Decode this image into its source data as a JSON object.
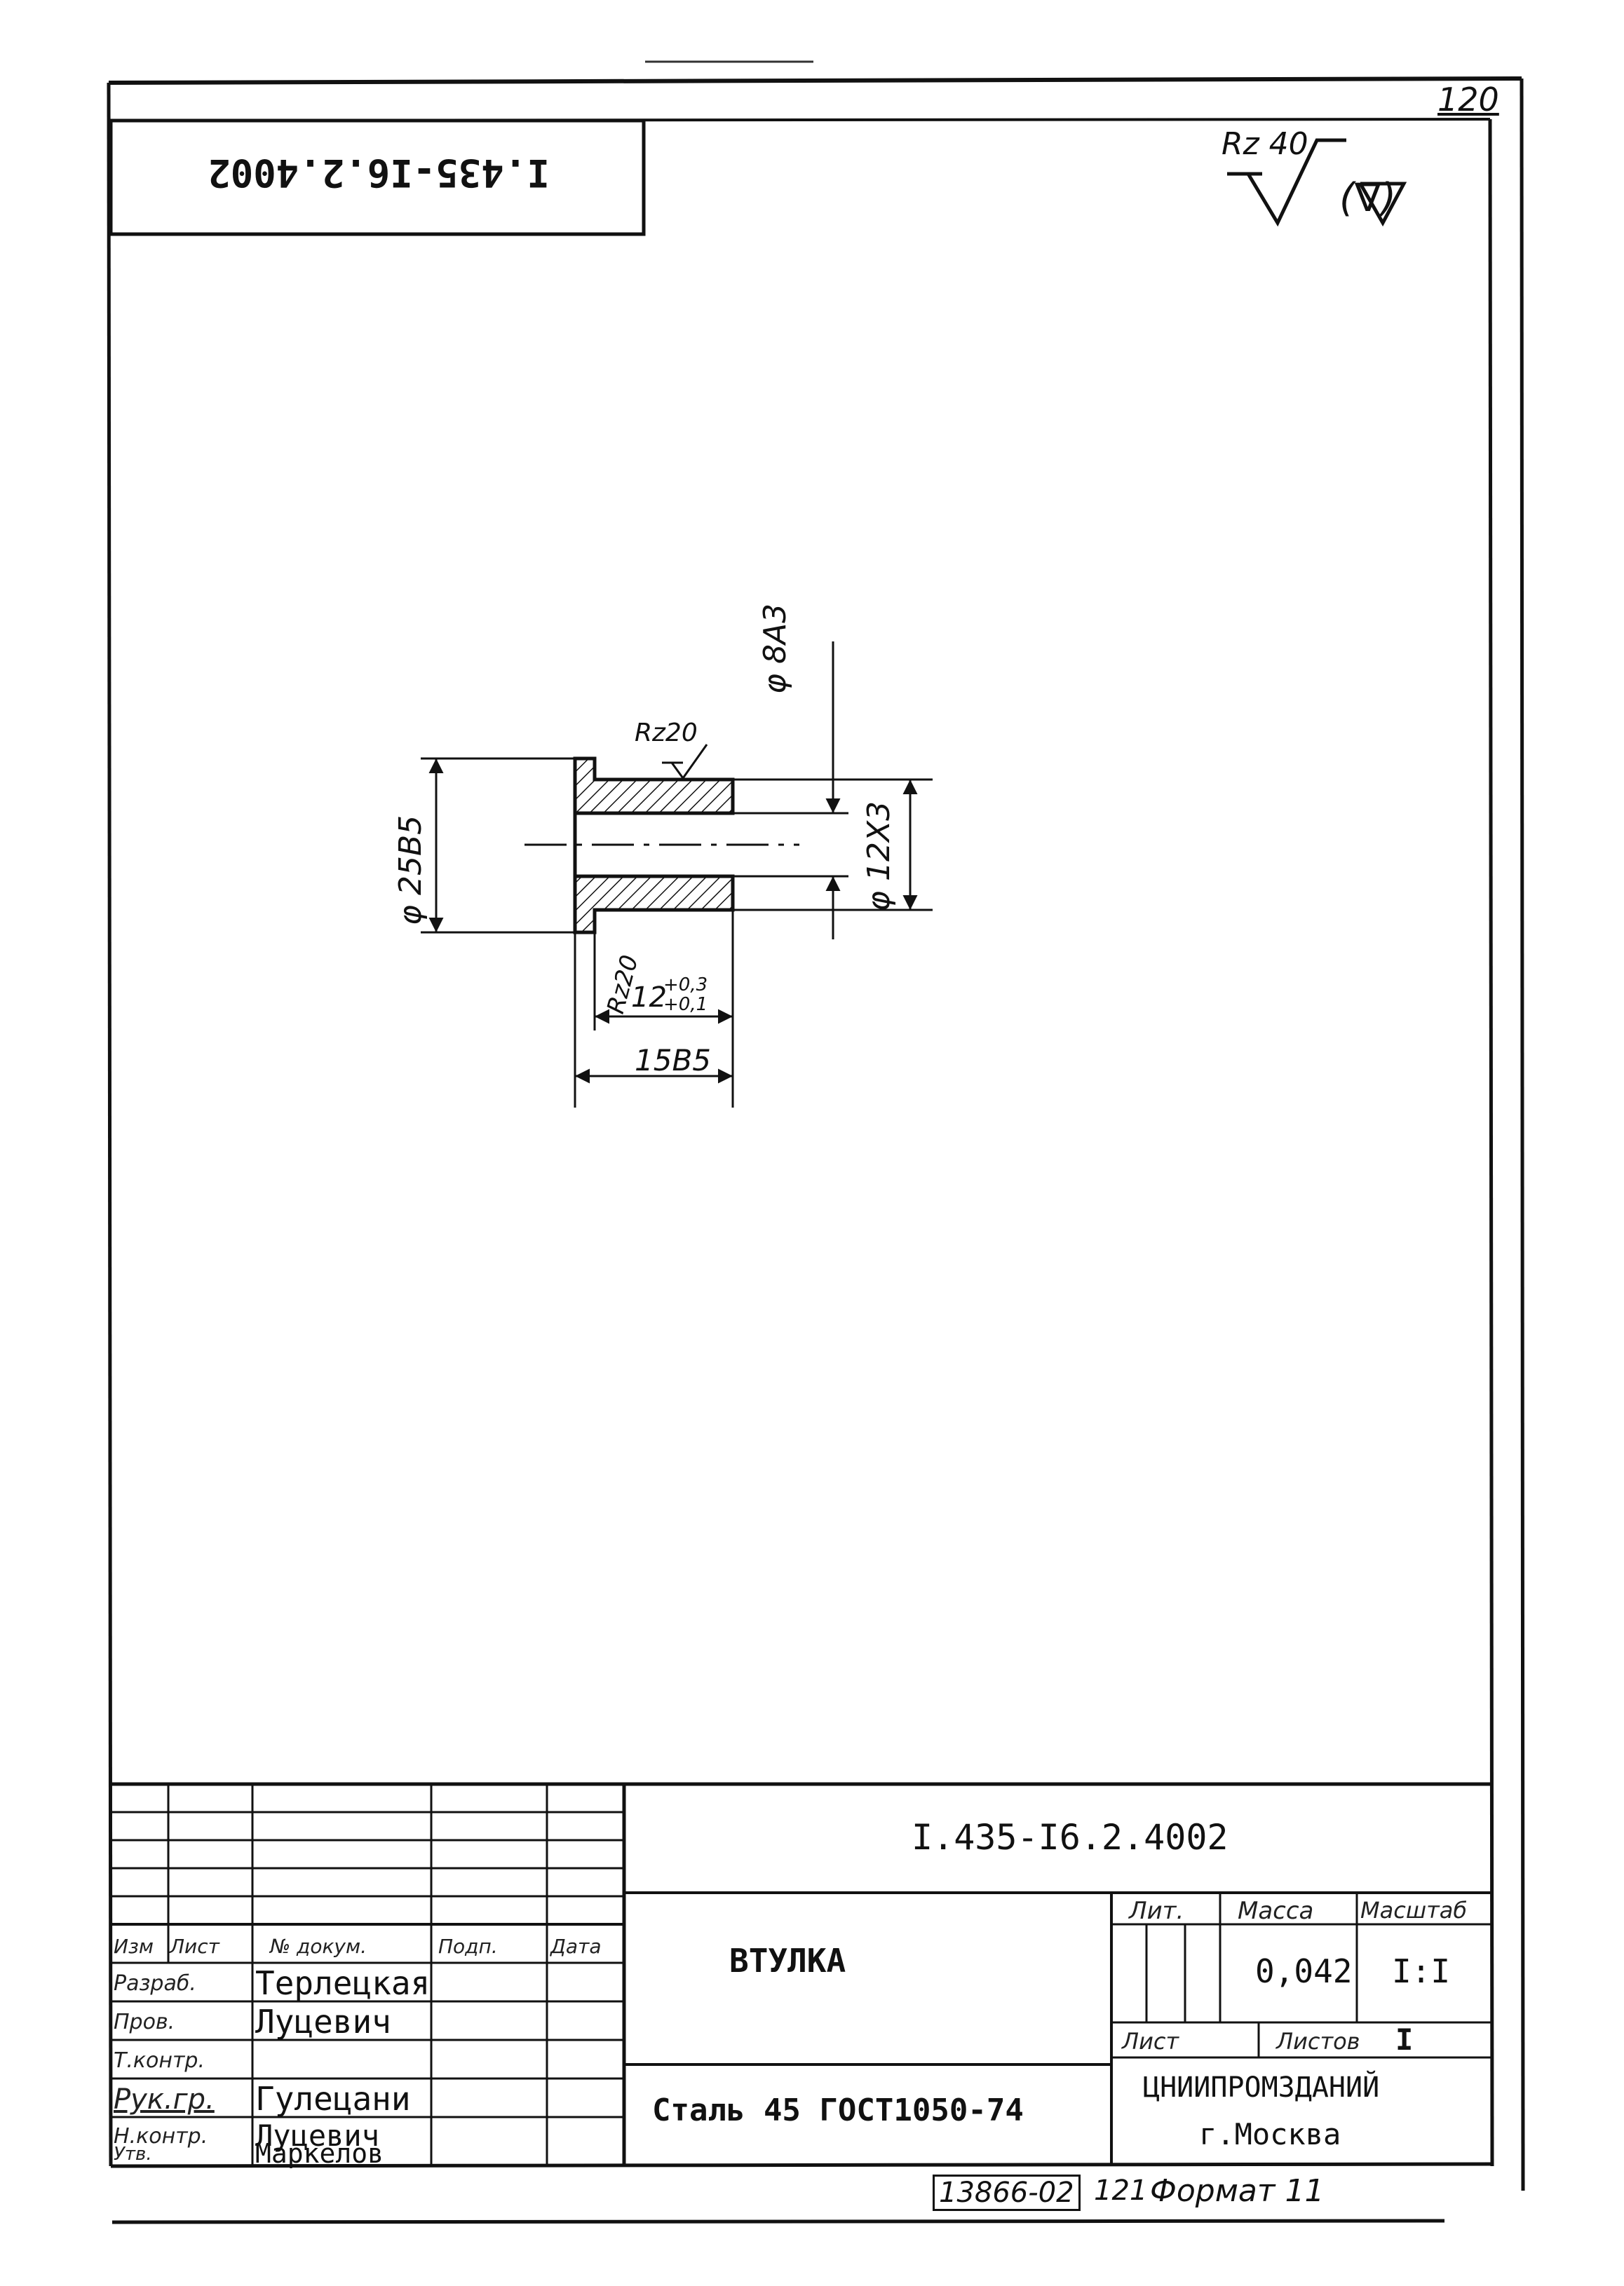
{
  "sheet": {
    "page_number": "120",
    "doc_code_rotated": "I.435-I6.2.4002",
    "roughness_general": "Rz 40",
    "roughness_other": "(∇)"
  },
  "drawing": {
    "dia_bore": "φ 8A3",
    "dia_outer": "φ 12X3",
    "dia_flange": "φ 25B5",
    "rough_top": "Rz20",
    "rough_left": "Rz20",
    "len_small": "12",
    "tol_upper": "+0,3",
    "tol_lower": "+0,1",
    "len_total": "15B5"
  },
  "title_block": {
    "doc_code": "I.435-I6.2.4002",
    "headers": {
      "izm": "Изм",
      "list": "Лист",
      "doc_no": "№ докум.",
      "sign": "Подп.",
      "date": "Дата"
    },
    "roles": [
      {
        "role": "Разраб.",
        "name": "Терлецкая"
      },
      {
        "role": "Пров.",
        "name": "Луцевич"
      },
      {
        "role": "Т.контр.",
        "name": ""
      },
      {
        "role": "Рук.гр.",
        "name": "Гулецани"
      },
      {
        "role": "Н.контр.",
        "name": "Луцевич"
      },
      {
        "role": "Утв.",
        "name": "Маркелов"
      }
    ],
    "part_name": "ВТУЛКА",
    "material": "Сталь 45 ГОСТ1050-74",
    "lit_label": "Лит.",
    "mass_label": "Масса",
    "scale_label": "Масштаб",
    "mass_value": "0,042",
    "scale_value": "I:I",
    "sheet_label": "Лист",
    "sheets_label": "Листов",
    "sheets_value": "I",
    "org_name": "ЦНИИПРОМЗДАНИЙ",
    "org_city": "г.Москва"
  },
  "footer": {
    "inventory": "13866-02",
    "sheet_seq": "121",
    "format": "Формат 11"
  },
  "colors": {
    "ink": "#111111",
    "paper": "#ffffff"
  }
}
